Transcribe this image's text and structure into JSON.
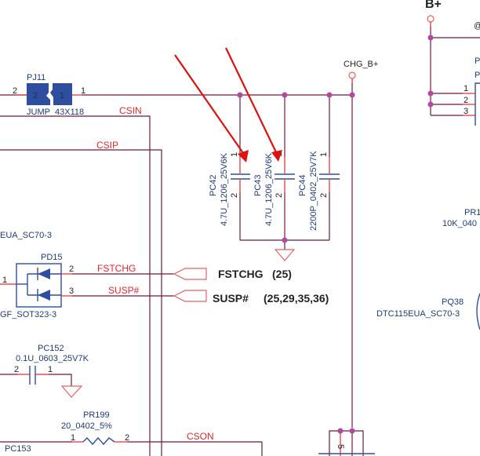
{
  "schematic": {
    "power_nets": {
      "chg_bplus": "CHG_B+",
      "bplus": "B+"
    },
    "jumper": {
      "ref": "PJ11",
      "value": "JUMP_43X118",
      "pin_left": "2",
      "pin_right": "1",
      "pad_left": "2",
      "pad_right": "1"
    },
    "nets": {
      "csin": "CSIN",
      "csip": "CSIP",
      "fstchg": "FSTCHG",
      "susp": "SUSP#",
      "cson": "CSON"
    },
    "capacitors": [
      {
        "ref": "PC42",
        "value": "4.7U_1206_25V6K",
        "pin1": "1",
        "pin2": "2"
      },
      {
        "ref": "PC43",
        "value": "4.7U_1206_25V6K",
        "pin1": "1",
        "pin2": "2"
      },
      {
        "ref": "PC44",
        "value": "2200P_0402_25V7K",
        "pin1": "1",
        "pin2": "2"
      }
    ],
    "diode": {
      "ref": "PD15",
      "value_partial": "GF_SOT323-3",
      "pin_in": "1",
      "pin_a": "2",
      "pin_b": "3"
    },
    "upper_left_part_value": "EUA_SC70-3",
    "pc152": {
      "ref": "PC152",
      "value": "0.1U_0603_25V7K",
      "pin_left": "2",
      "pin_right": "1"
    },
    "pr199": {
      "ref": "PR199",
      "value": "20_0402_5%",
      "pin_left": "1",
      "pin_right": "2"
    },
    "pc153": {
      "ref": "PC153"
    },
    "ports": [
      {
        "label": "FSTCHG",
        "refs": "(25)"
      },
      {
        "label": "SUSP#",
        "refs": "(25,29,35,36)"
      }
    ],
    "right_side": {
      "pr_partial": "PR1",
      "pr_value_partial": "10K_040",
      "pq_ref": "PQ38",
      "pq_value": "DTC115EUA_SC70-3",
      "connector_pins": [
        "1",
        "2",
        "3"
      ],
      "top_partial_glyph": "@",
      "p_labels": [
        "P",
        "P"
      ]
    },
    "bottom_ic_pin": "5",
    "annotation_arrows": 2
  }
}
